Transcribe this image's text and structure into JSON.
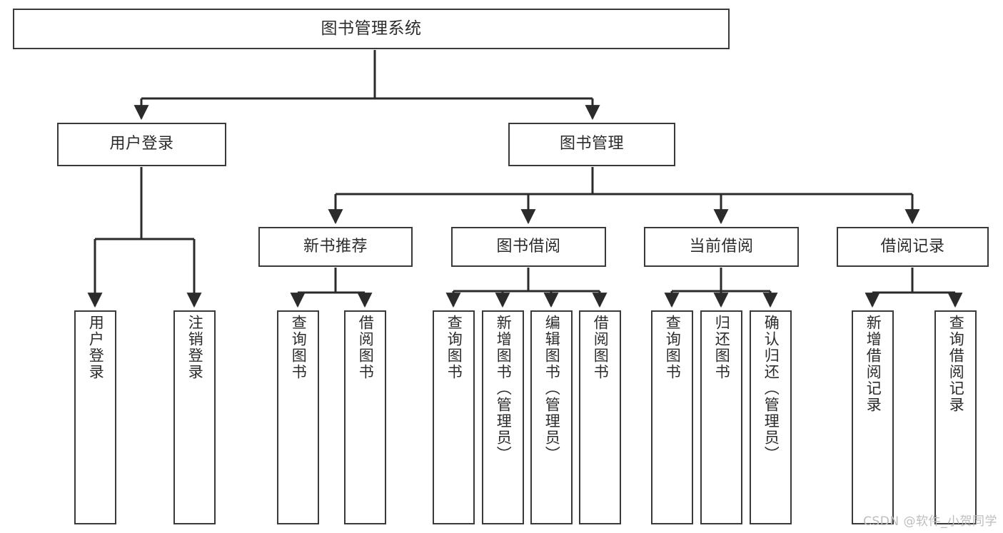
{
  "diagram": {
    "type": "tree-hierarchy",
    "title": "图书管理系统",
    "root": {
      "id": "root",
      "label": "图书管理系统"
    },
    "level2": [
      {
        "id": "user-login",
        "label": "用户登录"
      },
      {
        "id": "book-manage",
        "label": "图书管理"
      }
    ],
    "level3": [
      {
        "id": "new-book-recommend",
        "label": "新书推荐",
        "parent": "book-manage"
      },
      {
        "id": "book-borrow",
        "label": "图书借阅",
        "parent": "book-manage"
      },
      {
        "id": "current-borrow",
        "label": "当前借阅",
        "parent": "book-manage"
      },
      {
        "id": "borrow-record",
        "label": "借阅记录",
        "parent": "book-manage"
      }
    ],
    "leaves": [
      {
        "id": "leaf-user-login",
        "label": "用户登录",
        "parent": "user-login"
      },
      {
        "id": "leaf-logout-login",
        "label": "注销登录",
        "parent": "user-login"
      },
      {
        "id": "leaf-query-book-1",
        "label": "查询图书",
        "parent": "new-book-recommend"
      },
      {
        "id": "leaf-borrow-book-1",
        "label": "借阅图书",
        "parent": "new-book-recommend"
      },
      {
        "id": "leaf-query-book-2",
        "label": "查询图书",
        "parent": "book-borrow"
      },
      {
        "id": "leaf-add-book",
        "label": "新增图书（管理员）",
        "parent": "book-borrow"
      },
      {
        "id": "leaf-edit-book",
        "label": "编辑图书（管理员）",
        "parent": "book-borrow"
      },
      {
        "id": "leaf-borrow-book-2",
        "label": "借阅图书",
        "parent": "book-borrow"
      },
      {
        "id": "leaf-query-book-3",
        "label": "查询图书",
        "parent": "current-borrow"
      },
      {
        "id": "leaf-return-book",
        "label": "归还图书",
        "parent": "current-borrow"
      },
      {
        "id": "leaf-confirm-return",
        "label": "确认归还（管理员）",
        "parent": "current-borrow"
      },
      {
        "id": "leaf-add-record",
        "label": "新增借阅记录",
        "parent": "borrow-record"
      },
      {
        "id": "leaf-query-record",
        "label": "查询借阅记录",
        "parent": "borrow-record"
      }
    ],
    "colors": {
      "box_border": "#3a3a3a",
      "box_fill": "#ffffff",
      "connector": "#2b2b2b",
      "text": "#2b2b2b",
      "watermark": "#bdbdbd"
    }
  },
  "watermark": {
    "text": "CSDN @软件_小贺同学"
  }
}
